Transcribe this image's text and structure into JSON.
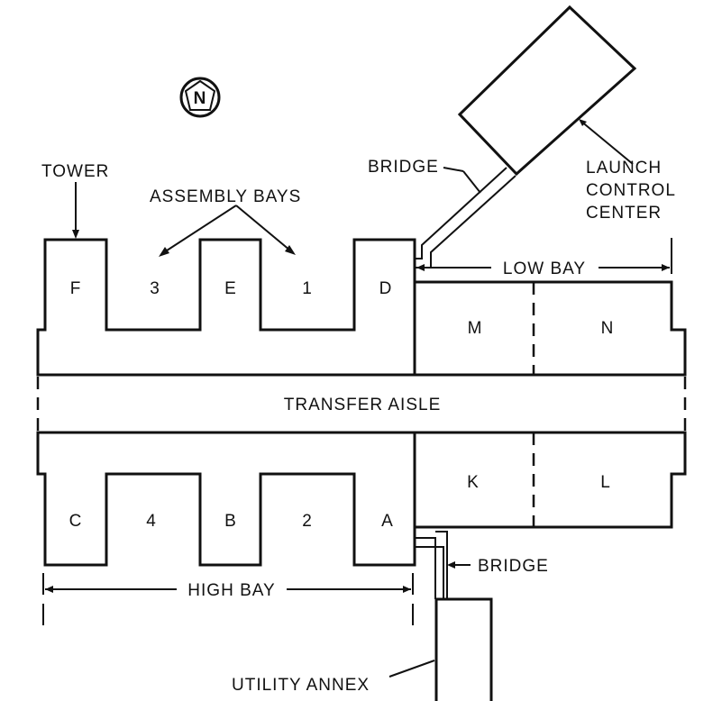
{
  "labels": {
    "tower": "TOWER",
    "assembly_bays": "ASSEMBLY BAYS",
    "bridge_top": "BRIDGE",
    "launch_control_center": [
      "LAUNCH",
      "CONTROL",
      "CENTER"
    ],
    "low_bay": "LOW BAY",
    "transfer_aisle": "TRANSFER AISLE",
    "high_bay": "HIGH BAY",
    "bridge_bottom": "BRIDGE",
    "utility_annex": "UTILITY ANNEX",
    "compass": "N"
  },
  "bays": {
    "north": [
      "F",
      "3",
      "E",
      "1",
      "D",
      "M",
      "N"
    ],
    "south": [
      "C",
      "4",
      "B",
      "2",
      "A",
      "K",
      "L"
    ]
  }
}
